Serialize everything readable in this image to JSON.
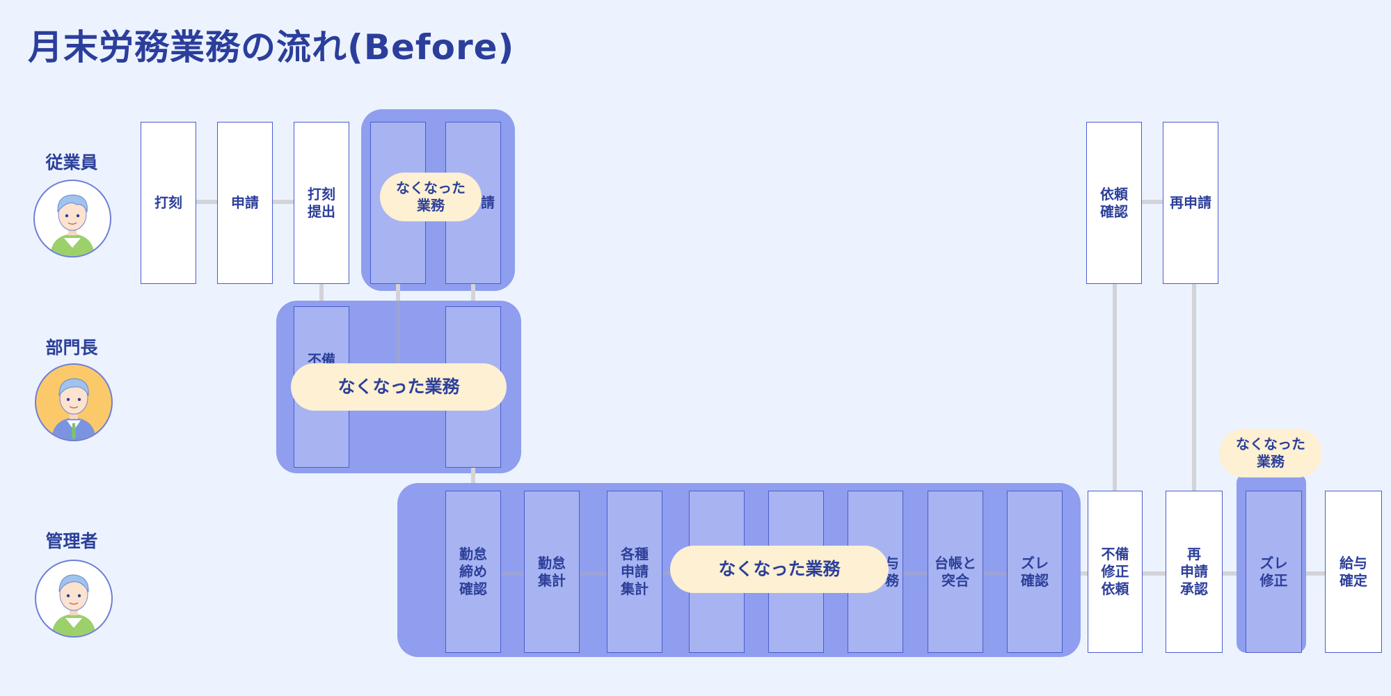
{
  "title": "月末労務業務の流れ(Before)",
  "roles": {
    "employee": "従業員",
    "manager": "部門長",
    "admin": "管理者"
  },
  "steps": {
    "employee": {
      "stamp": "打刻",
      "apply": "申請",
      "stamp_submit": "打刻\n提出",
      "apply_2": "請",
      "request_confirm": "依頼\n確認",
      "reapply": "再申請"
    },
    "manager": {
      "defect": "不備"
    },
    "admin": {
      "closing_confirm": "勤怠\n締め\n確認",
      "attendance_total": "勤怠\n集計",
      "requests_total": "各種\n申請\n集計",
      "partial": "与\n務",
      "ledger_match": "台帳と\n突合",
      "diff_check": "ズレ\n確認",
      "defect_fix_request": "不備\n修正\n依頼",
      "reapply_approve": "再\n申請\n承認",
      "diff_fix": "ズレ\n修正",
      "payroll_confirm": "給与\n確定"
    }
  },
  "badges": {
    "top": "なくなった\n業務",
    "middle": "なくなった業務",
    "bottom": "なくなった業務",
    "right": "なくなった\n業務"
  },
  "colors": {
    "background": "#ecf3fe",
    "box_border": "#4a5ccf",
    "removed_area": "#8f9eee",
    "badge": "#fdf0d3",
    "connector": "#d3d3d8",
    "text": "#2c3f99",
    "manager_avatar_bg": "#fbc96a"
  }
}
